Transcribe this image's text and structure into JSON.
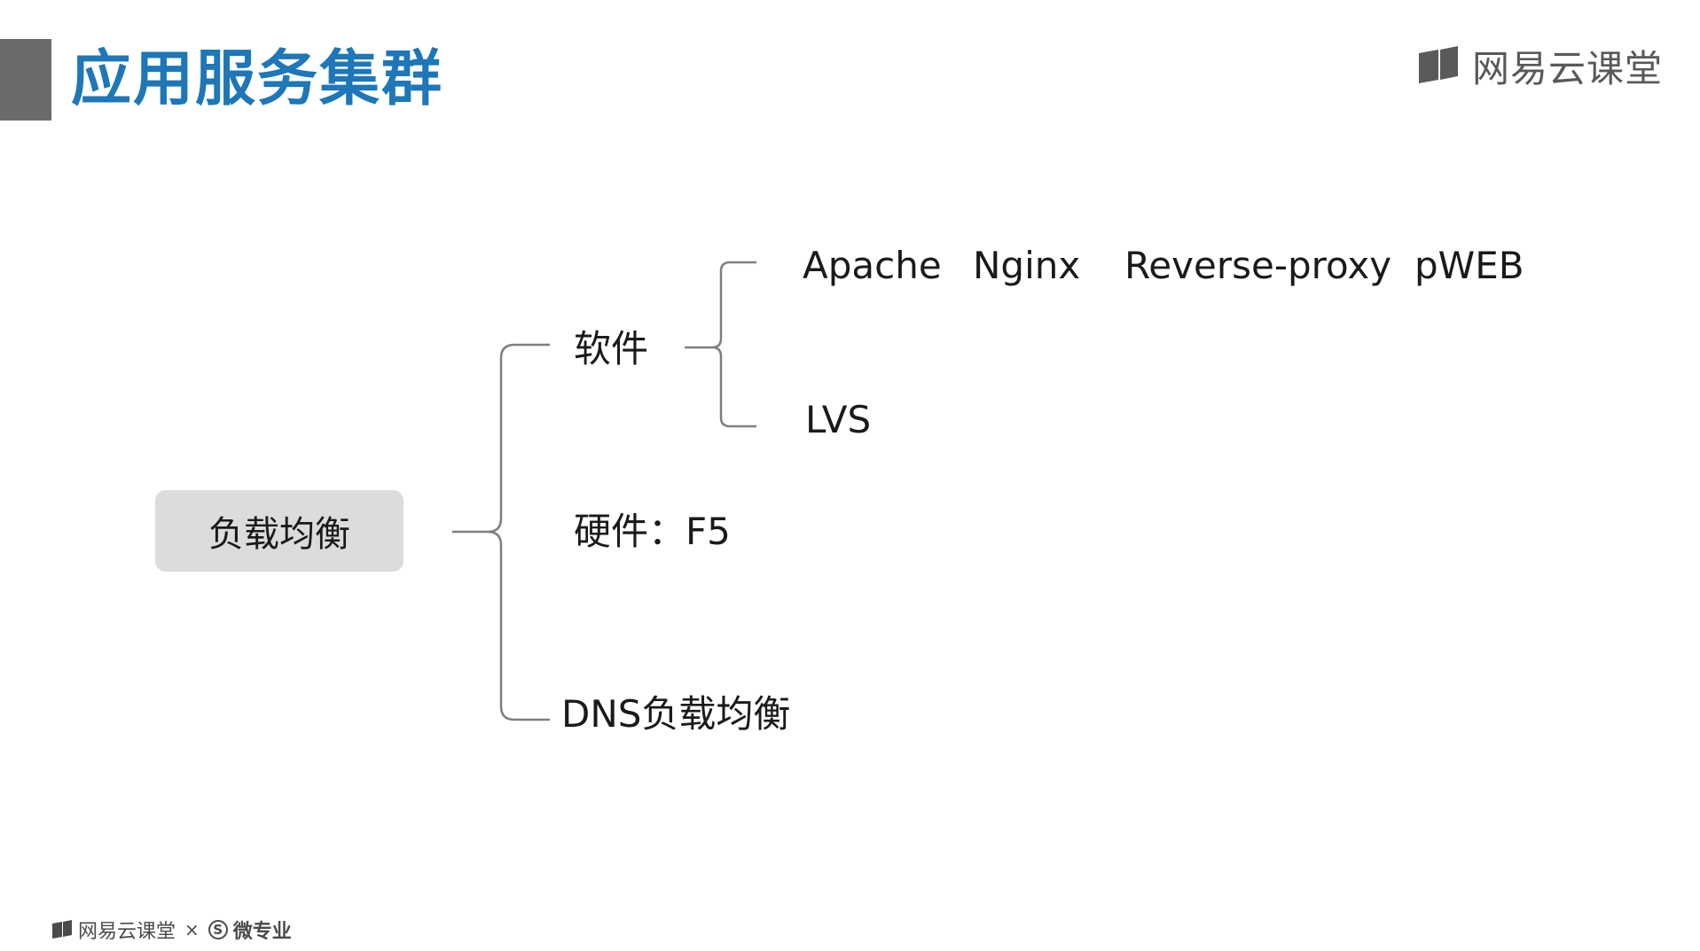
{
  "slide": {
    "title": "应用服务集群",
    "brand_top": "网易云课堂"
  },
  "diagram": {
    "root": "负载均衡",
    "software": {
      "label": "软件",
      "row1": [
        "Apache",
        "Nginx",
        "Reverse-proxy",
        "pWEB"
      ],
      "row2": "LVS"
    },
    "hardware": "硬件：F5",
    "dns": "DNS负载均衡"
  },
  "footer": {
    "brand_left": "网易云课堂",
    "times": "×",
    "s_mark": "S",
    "brand_right": "微专业"
  },
  "colors": {
    "title": "#1d77b8",
    "accent_bar": "#6b6b6b",
    "root_box": "#dcdcdc",
    "bracket": "#7f7f7f"
  }
}
